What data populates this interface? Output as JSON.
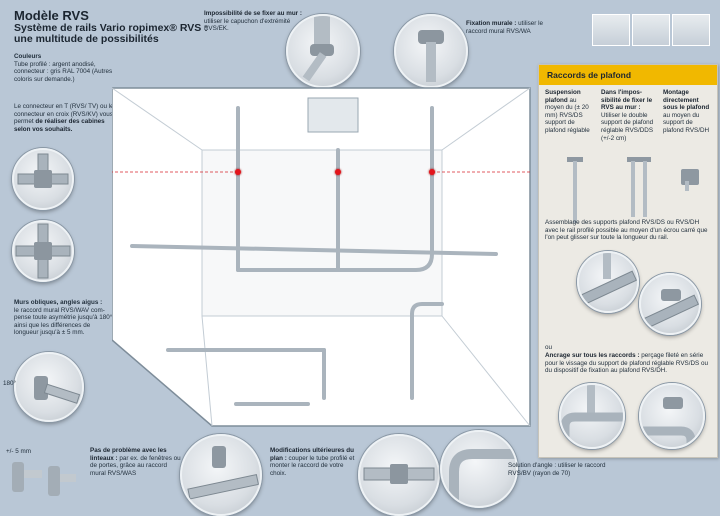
{
  "header": {
    "title": "Modèle RVS",
    "subtitle": "Système de rails Vario ropimex® RVS : une multitude de possibilités"
  },
  "colors": {
    "heading": "Couleurs",
    "text": "Tube profilé : argent anodisé, connecteur : gris RAL 7004 (Autres coloris sur demande.)"
  },
  "connectors": {
    "text_a": "Le connecteur en T (RVS/ TV) ou le connecteur en croix (RVS/KV) vous permet",
    "text_b": "de réaliser des cabines selon vos souhaits."
  },
  "oblique": {
    "heading": "Murs obliques, angles aigus :",
    "text": "le raccord mural RVS/WAV com- pense toute asymétrie jusqu'à 180° ainsi que les différences de longueur jusqu'à ± 5 mm.",
    "angle_label": "180°",
    "mm_label": "+/- 5 mm"
  },
  "ceiling_fail": {
    "heading": "Impossibilité de se fixer au mur :",
    "text": "utiliser le capuchon d'extrémité RVS/EK."
  },
  "wall_mount": {
    "heading": "Fixation murale :",
    "text": "utiliser le raccord mural RVS/WA"
  },
  "lintels": {
    "heading": "Pas de problème avec les linteaux :",
    "text": "par ex. de fenêtres ou de portes, grâce au raccord mural RVS/WAS"
  },
  "later_mod": {
    "heading": "Modifications ultérieures du plan :",
    "text": "couper le tube profilé et monter le raccord de votre choix."
  },
  "angle_solution": {
    "text": "Solution d'angle : utiliser le raccord RVS/BV (rayon de 70)"
  },
  "panel": {
    "title": "Raccords de plafond",
    "col1_heading": "Suspension plafond",
    "col1_text": "au moyen du (± 20 mm) RVS/DS support de plafond réglable",
    "col2_heading": "Dans l'impos- sibilité de fixer le RVS au mur :",
    "col2_text": "Utiliser le double support de plafond réglable RVS/DDS (+/-2 cm)",
    "col3_heading": "Montage directement sous le plafond",
    "col3_text": "au moyen du support de plafond RVS/DH",
    "assembly_text": "Assemblage des supports plafond RVS/DS ou RVS/DH avec le rail profilé possible au moyen d'un écrou carré que l'on peut glisser sur toute la longueur du rail.",
    "or_label": "ou",
    "anchor_heading": "Ancrage sur tous les raccords :",
    "anchor_text": "perçage fileté en série pour le vissage du support de plafond réglable RVS/DS ou du dispositif de fixation au plafond RVS/DH."
  }
}
